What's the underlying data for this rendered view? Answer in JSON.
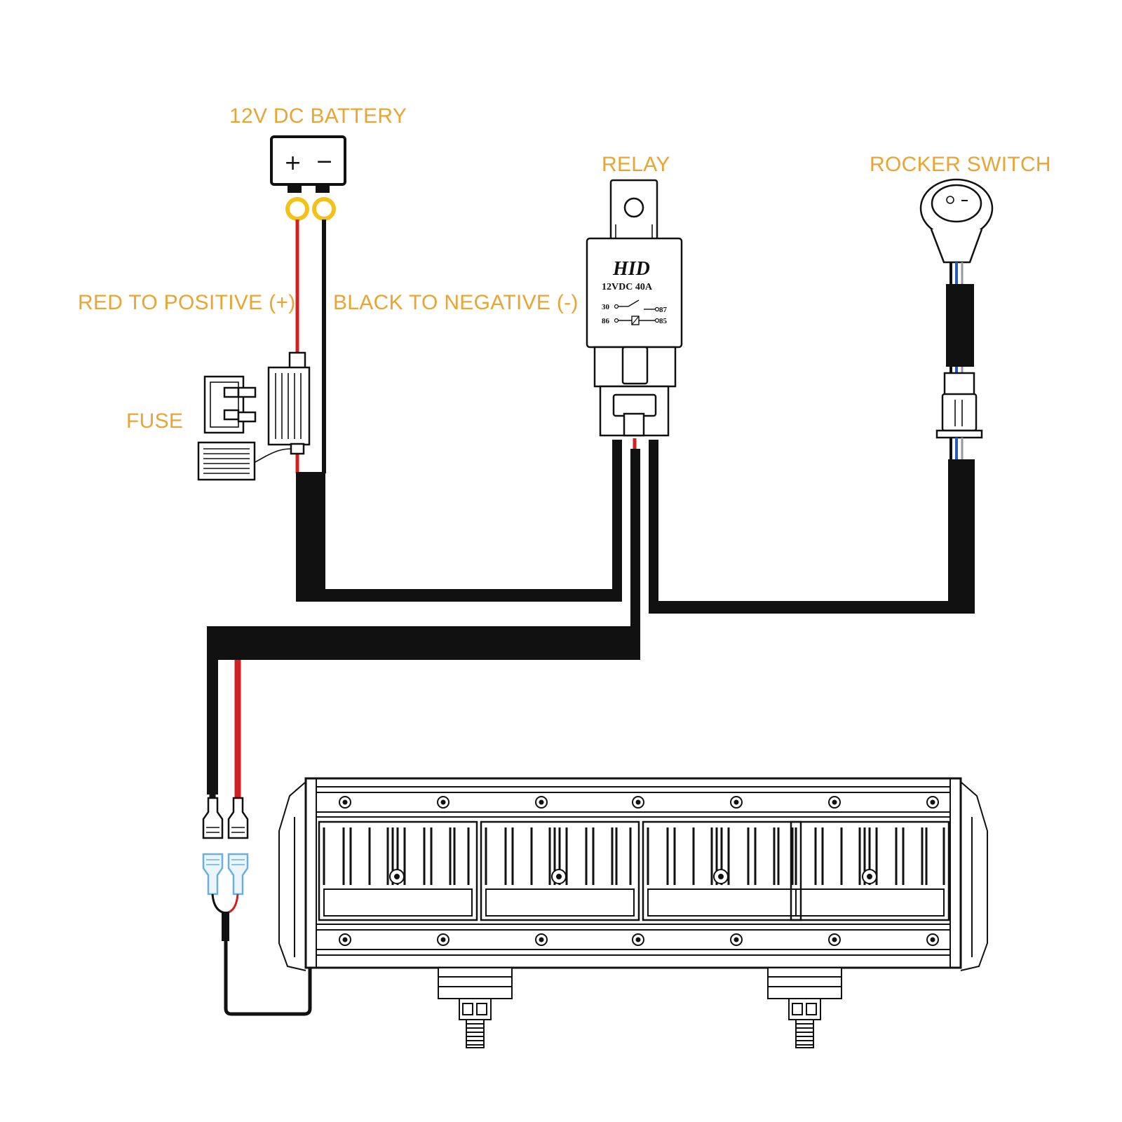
{
  "labels": {
    "battery": "12V DC BATTERY",
    "relay": "RELAY",
    "rocker_switch": "ROCKER SWITCH",
    "red_to_positive": "RED TO POSITIVE (+)",
    "black_to_negative": "BLACK TO NEGATIVE (-)",
    "fuse": "FUSE"
  },
  "battery_terminals": {
    "positive": "+",
    "negative": "−"
  },
  "relay": {
    "brand": "HID",
    "rating": "12VDC 40A",
    "pins": {
      "p30": "30",
      "p87": "87",
      "p86": "86",
      "p85": "85"
    }
  },
  "colors": {
    "label": "#e8a533",
    "red_wire": "#d42020",
    "black_wire": "#111111",
    "blue_wire": "#2a5db0",
    "connector_blue": "#6ab0de",
    "ring_terminal": "#f2c21b"
  }
}
